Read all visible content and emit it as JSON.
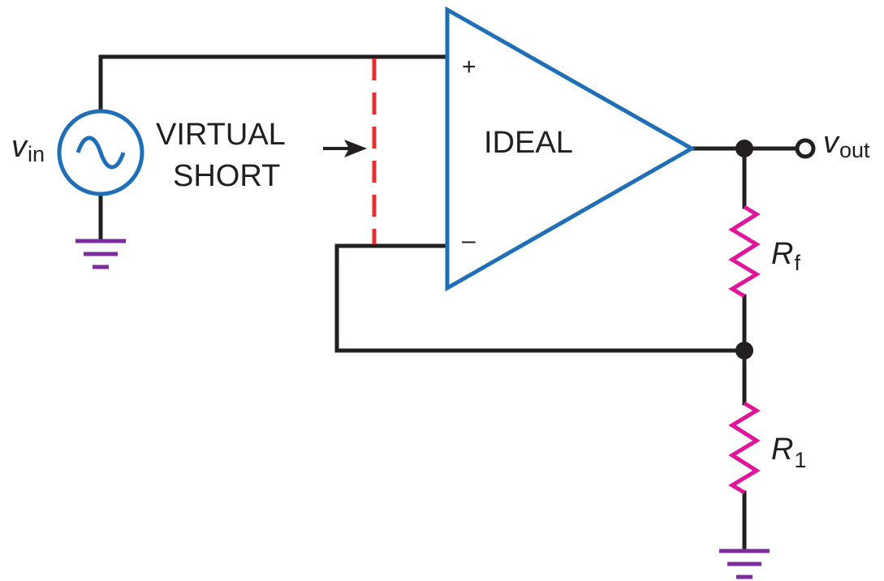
{
  "diagram": {
    "virtual_short_line1": "VIRTUAL",
    "virtual_short_line2": "SHORT",
    "opamp_label": "IDEAL",
    "plus_sign": "+",
    "minus_sign": "–",
    "vin_main": "v",
    "vin_sub": "in",
    "vout_main": "v",
    "vout_sub": "out",
    "rf_main": "R",
    "rf_sub": "f",
    "r1_main": "R",
    "r1_sub": "1"
  },
  "colors": {
    "wire": "#231f20",
    "opamp": "#1f6fb8",
    "source": "#1f6fb8",
    "resistor": "#e0159b",
    "ground": "#7b2d9e",
    "virtual_short": "#e5302e"
  }
}
